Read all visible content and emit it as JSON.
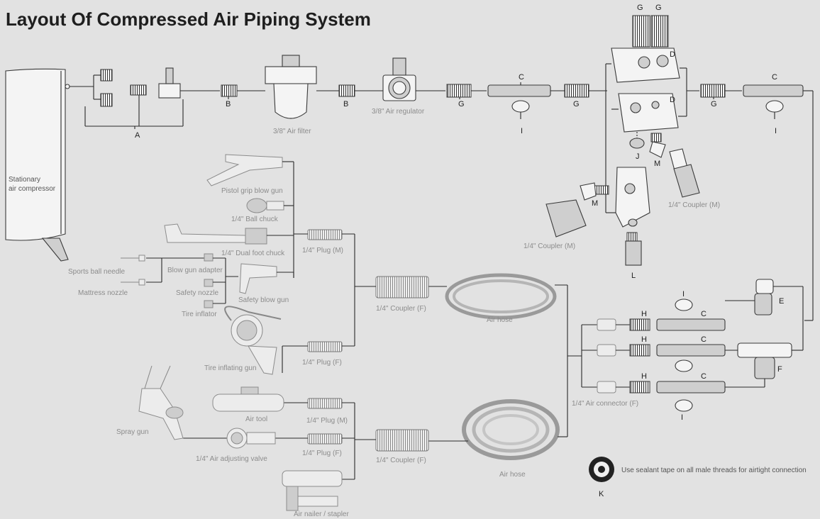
{
  "title": "Layout Of Compressed Air Piping System",
  "labels": {
    "stationary_compressor": [
      "Stationary",
      "air compressor"
    ],
    "A": "A",
    "B1": "B",
    "B2": "B",
    "air_filter": "3/8\" Air filter",
    "air_regulator": "3/8\" Air regulator",
    "G": "G",
    "C": "C",
    "I": "I",
    "D": "D",
    "J": "J",
    "M": "M",
    "L": "L",
    "E": "E",
    "F": "F",
    "H": "H",
    "K": "K",
    "coupler_m": "1/4\" Coupler (M)",
    "coupler_f": "1/4\" Coupler (F)",
    "plug_m": "1/4\" Plug (M)",
    "plug_f": "1/4\" Plug (F)",
    "air_connector_f": "1/4\" Air connector (F)",
    "pistol_grip": "Pistol grip blow gun",
    "ball_chuck": "1/4\" Ball chuck",
    "dual_foot_chuck": "1/4\" Dual foot chuck",
    "sports_ball_needle": "Sports ball needle",
    "blow_gun_adapter": "Blow gun adapter",
    "mattress_nozzle": "Mattress nozzle",
    "safety_nozzle": "Safety nozzle",
    "safety_blow_gun": "Safety blow gun",
    "tire_inflator": "Tire inflator",
    "tire_inflating_gun": "Tire inflating gun",
    "air_hose": "Air hose",
    "spray_gun": "Spray gun",
    "air_tool": "Air tool",
    "air_adjusting_valve": "1/4\" Air adjusting valve",
    "air_nailer": "Air nailer / stapler",
    "sealant_note": "Use sealant tape on all male threads for airtight connection"
  }
}
